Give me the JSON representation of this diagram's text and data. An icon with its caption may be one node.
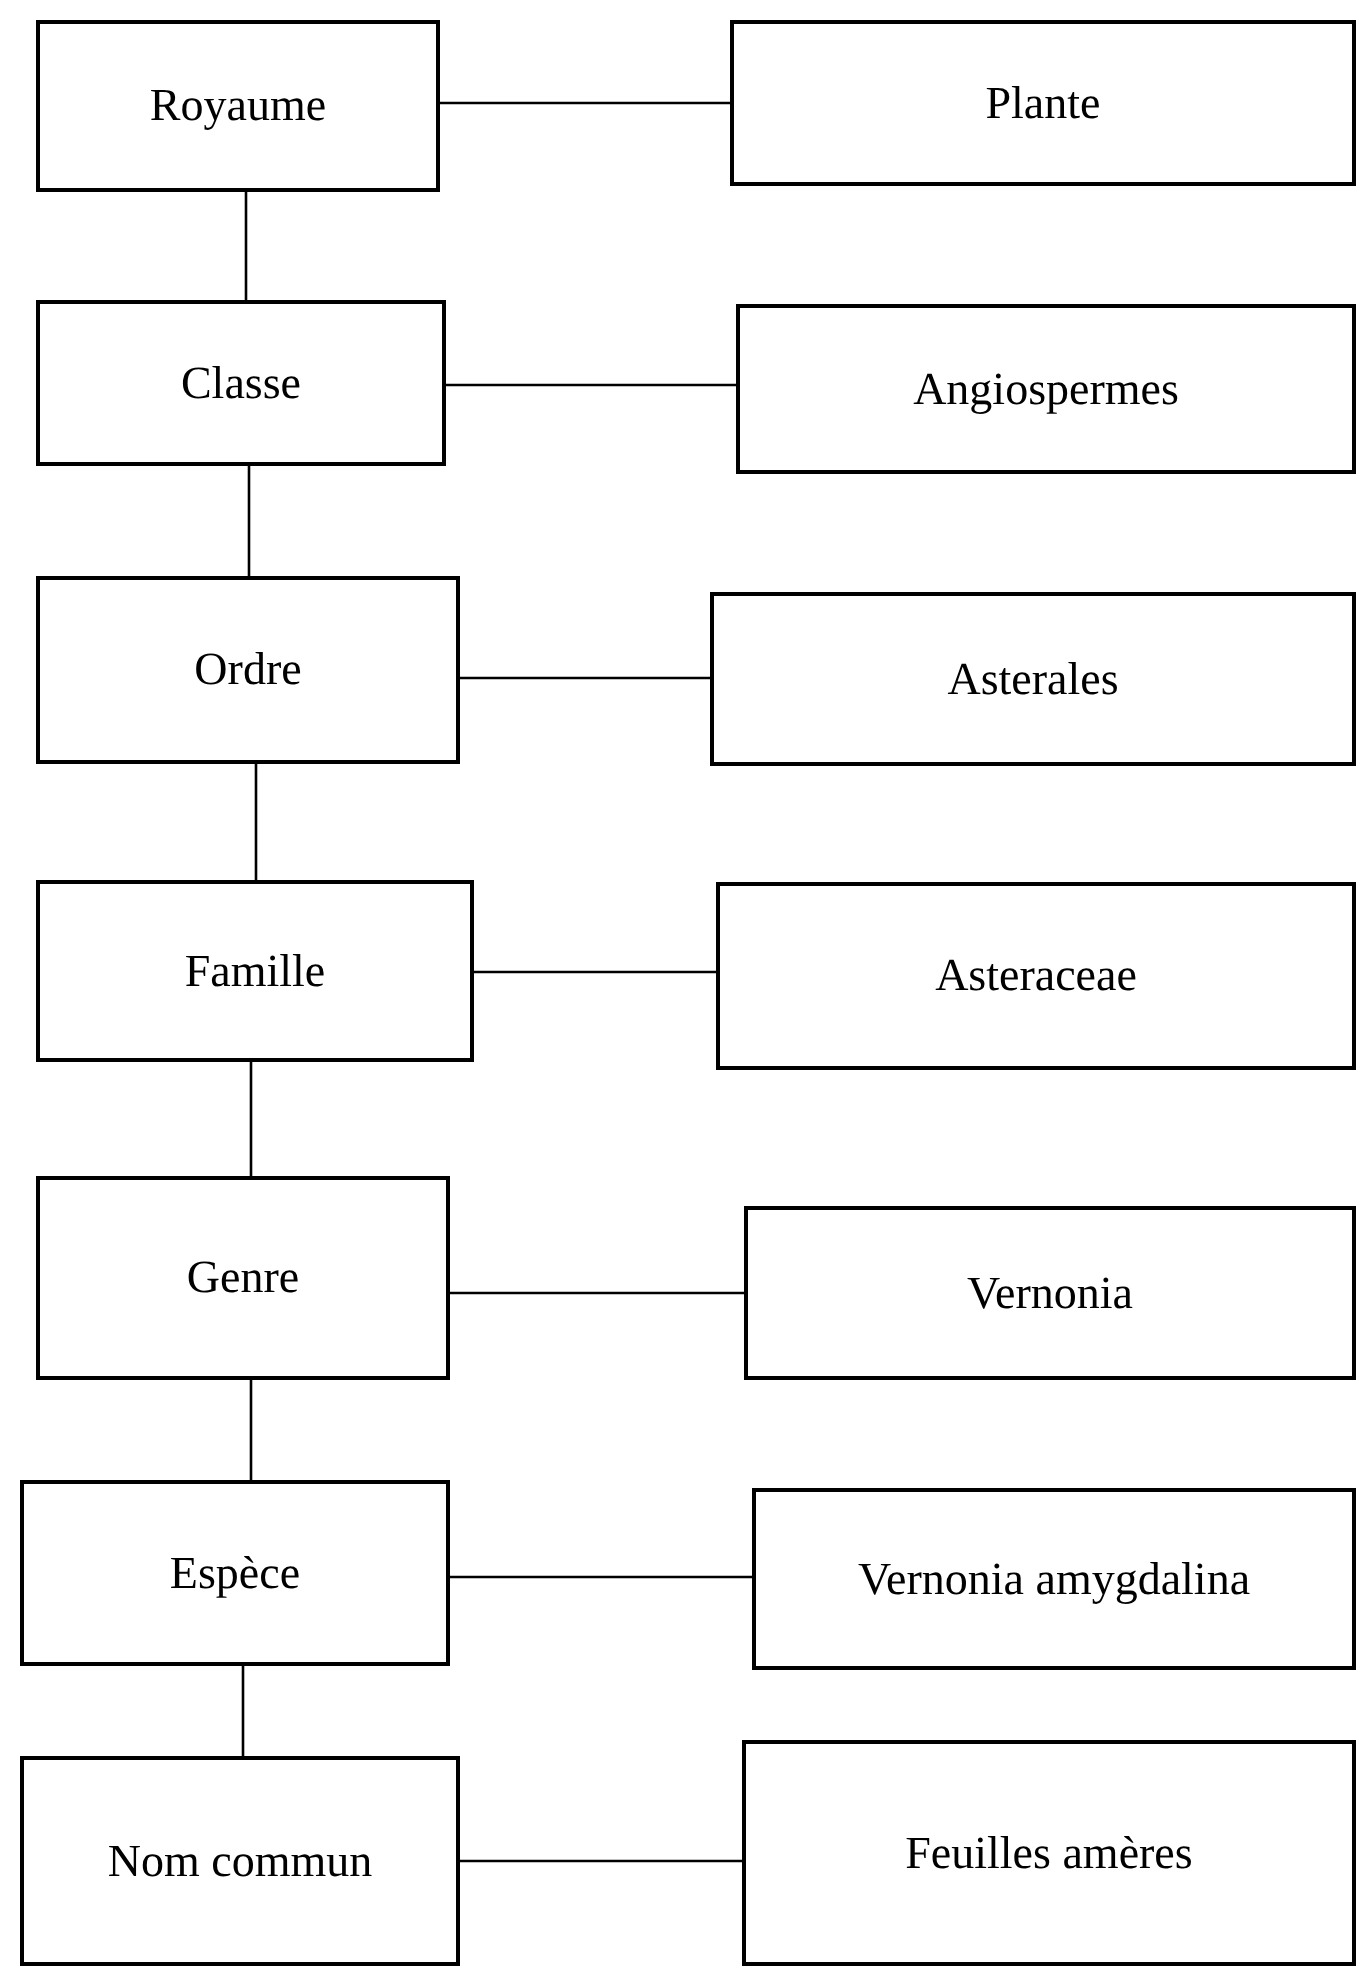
{
  "diagram": {
    "nodes": [
      {
        "text": [
          "Royaume"
        ]
      },
      {
        "text": [
          "Plante"
        ]
      },
      {
        "text": [
          "Classe"
        ]
      },
      {
        "text": [
          "Angiospermes"
        ]
      },
      {
        "text": [
          "Ordre"
        ]
      },
      {
        "text": [
          "Asterales"
        ]
      },
      {
        "text": [
          "Famille"
        ]
      },
      {
        "text": [
          "Asteraceae"
        ]
      },
      {
        "text": [
          "Genre"
        ]
      },
      {
        "text": [
          "Vernonia"
        ]
      },
      {
        "text": [
          "Espèce"
        ]
      },
      {
        "text": [
          "Vernonia amygdalina"
        ]
      },
      {
        "text": [
          "Nom commun"
        ]
      },
      {
        "text": [
          "Feuilles amères"
        ]
      }
    ],
    "edges": [
      {
        "from": 0,
        "to": 1,
        "arrow": "none"
      },
      {
        "from": 0,
        "to": 2,
        "arrow": "none"
      },
      {
        "from": 2,
        "to": 3,
        "arrow": "none"
      },
      {
        "from": 2,
        "to": 4,
        "arrow": "none"
      },
      {
        "from": 4,
        "to": 5,
        "arrow": "none"
      },
      {
        "from": 4,
        "to": 6,
        "arrow": "none"
      },
      {
        "from": 6,
        "to": 7,
        "arrow": "none"
      },
      {
        "from": 6,
        "to": 8,
        "arrow": "none"
      },
      {
        "from": 8,
        "to": 9,
        "arrow": "none"
      },
      {
        "from": 8,
        "to": 10,
        "arrow": "none"
      },
      {
        "from": 10,
        "to": 11,
        "arrow": "none"
      },
      {
        "from": 10,
        "to": 12,
        "arrow": "none"
      },
      {
        "from": 12,
        "to": 13,
        "arrow": "none"
      }
    ]
  }
}
